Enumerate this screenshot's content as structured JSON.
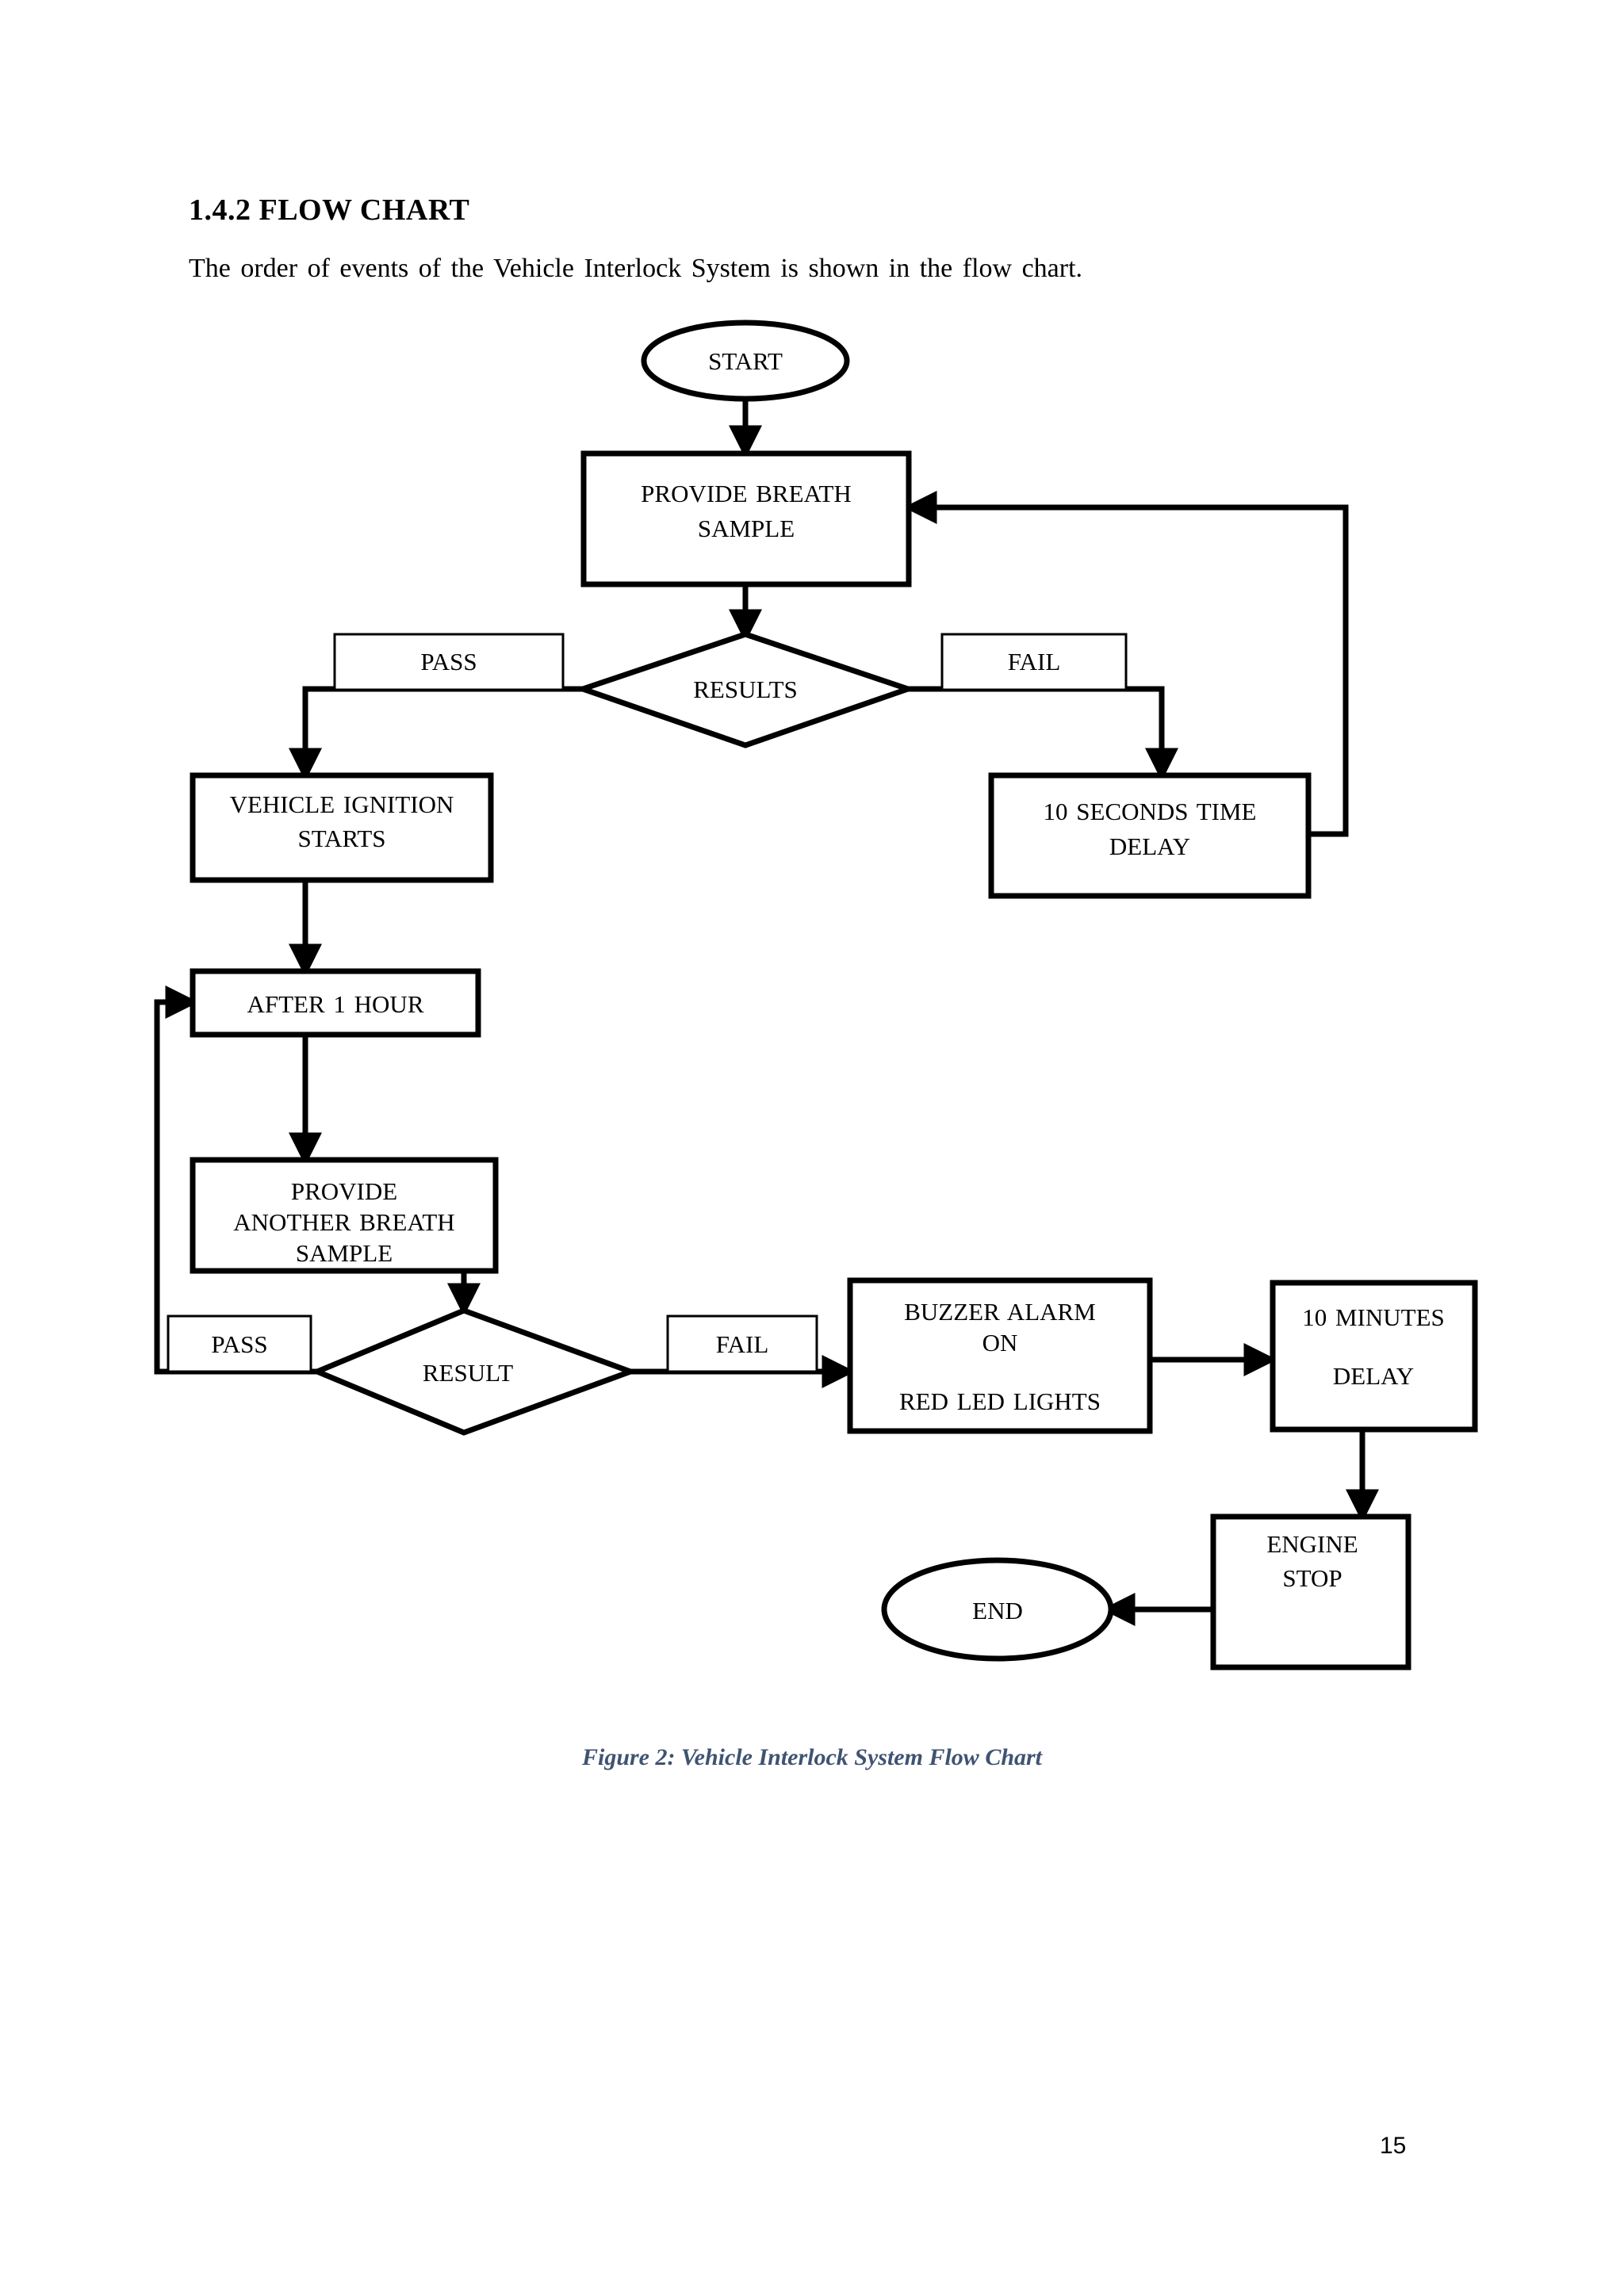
{
  "document": {
    "heading": "1.4.2 FLOW CHART",
    "intro": "The order of events of the Vehicle  Interlock  System  is shown  in the  flow  chart.",
    "caption": "Figure 2: Vehicle Interlock System Flow Chart",
    "caption_color": "#3f5372",
    "page_number": "15"
  },
  "chart_data": {
    "type": "diagram",
    "title": "Vehicle Interlock System Flow Chart",
    "nodes": [
      {
        "id": "start",
        "shape": "ellipse",
        "lines": [
          "START"
        ]
      },
      {
        "id": "provide_breath",
        "shape": "process",
        "lines": [
          "PROVIDE  BREATH",
          "SAMPLE"
        ]
      },
      {
        "id": "results",
        "shape": "decision",
        "lines": [
          "RESULTS"
        ]
      },
      {
        "id": "ignition",
        "shape": "process",
        "lines": [
          "VEHICLE  IGNITION",
          "STARTS"
        ]
      },
      {
        "id": "delay10s",
        "shape": "process",
        "lines": [
          "10 SECONDS  TIME",
          "DELAY"
        ]
      },
      {
        "id": "after1hour",
        "shape": "process",
        "lines": [
          "AFTER  1 HOUR"
        ]
      },
      {
        "id": "another_breath",
        "shape": "process",
        "lines": [
          "PROVIDE",
          "ANOTHER  BREATH",
          "SAMPLE"
        ]
      },
      {
        "id": "result2",
        "shape": "decision",
        "lines": [
          "RESULT"
        ]
      },
      {
        "id": "buzzer",
        "shape": "process",
        "lines": [
          "BUZZER  ALARM",
          "ON",
          "",
          "RED LED LIGHTS"
        ]
      },
      {
        "id": "delay10m",
        "shape": "process",
        "lines": [
          "10 MINUTES",
          "",
          "DELAY"
        ]
      },
      {
        "id": "engine_stop",
        "shape": "process",
        "lines": [
          "ENGINE",
          "STOP"
        ]
      },
      {
        "id": "end",
        "shape": "ellipse",
        "lines": [
          "END"
        ]
      }
    ],
    "edge_labels": [
      {
        "id": "pass1",
        "text": "PASS",
        "from": "results",
        "to": "ignition"
      },
      {
        "id": "fail1",
        "text": "FAIL",
        "from": "results",
        "to": "delay10s"
      },
      {
        "id": "pass2",
        "text": "PASS",
        "from": "result2",
        "to": "after1hour"
      },
      {
        "id": "fail2",
        "text": "FAIL",
        "from": "result2",
        "to": "buzzer"
      }
    ],
    "edges": [
      {
        "from": "start",
        "to": "provide_breath"
      },
      {
        "from": "provide_breath",
        "to": "results"
      },
      {
        "from": "results",
        "to": "ignition",
        "label": "PASS"
      },
      {
        "from": "results",
        "to": "delay10s",
        "label": "FAIL"
      },
      {
        "from": "delay10s",
        "to": "provide_breath",
        "label": ""
      },
      {
        "from": "ignition",
        "to": "after1hour"
      },
      {
        "from": "after1hour",
        "to": "another_breath"
      },
      {
        "from": "another_breath",
        "to": "result2"
      },
      {
        "from": "result2",
        "to": "after1hour",
        "label": "PASS"
      },
      {
        "from": "result2",
        "to": "buzzer",
        "label": "FAIL"
      },
      {
        "from": "buzzer",
        "to": "delay10m"
      },
      {
        "from": "delay10m",
        "to": "engine_stop"
      },
      {
        "from": "engine_stop",
        "to": "end"
      }
    ]
  }
}
